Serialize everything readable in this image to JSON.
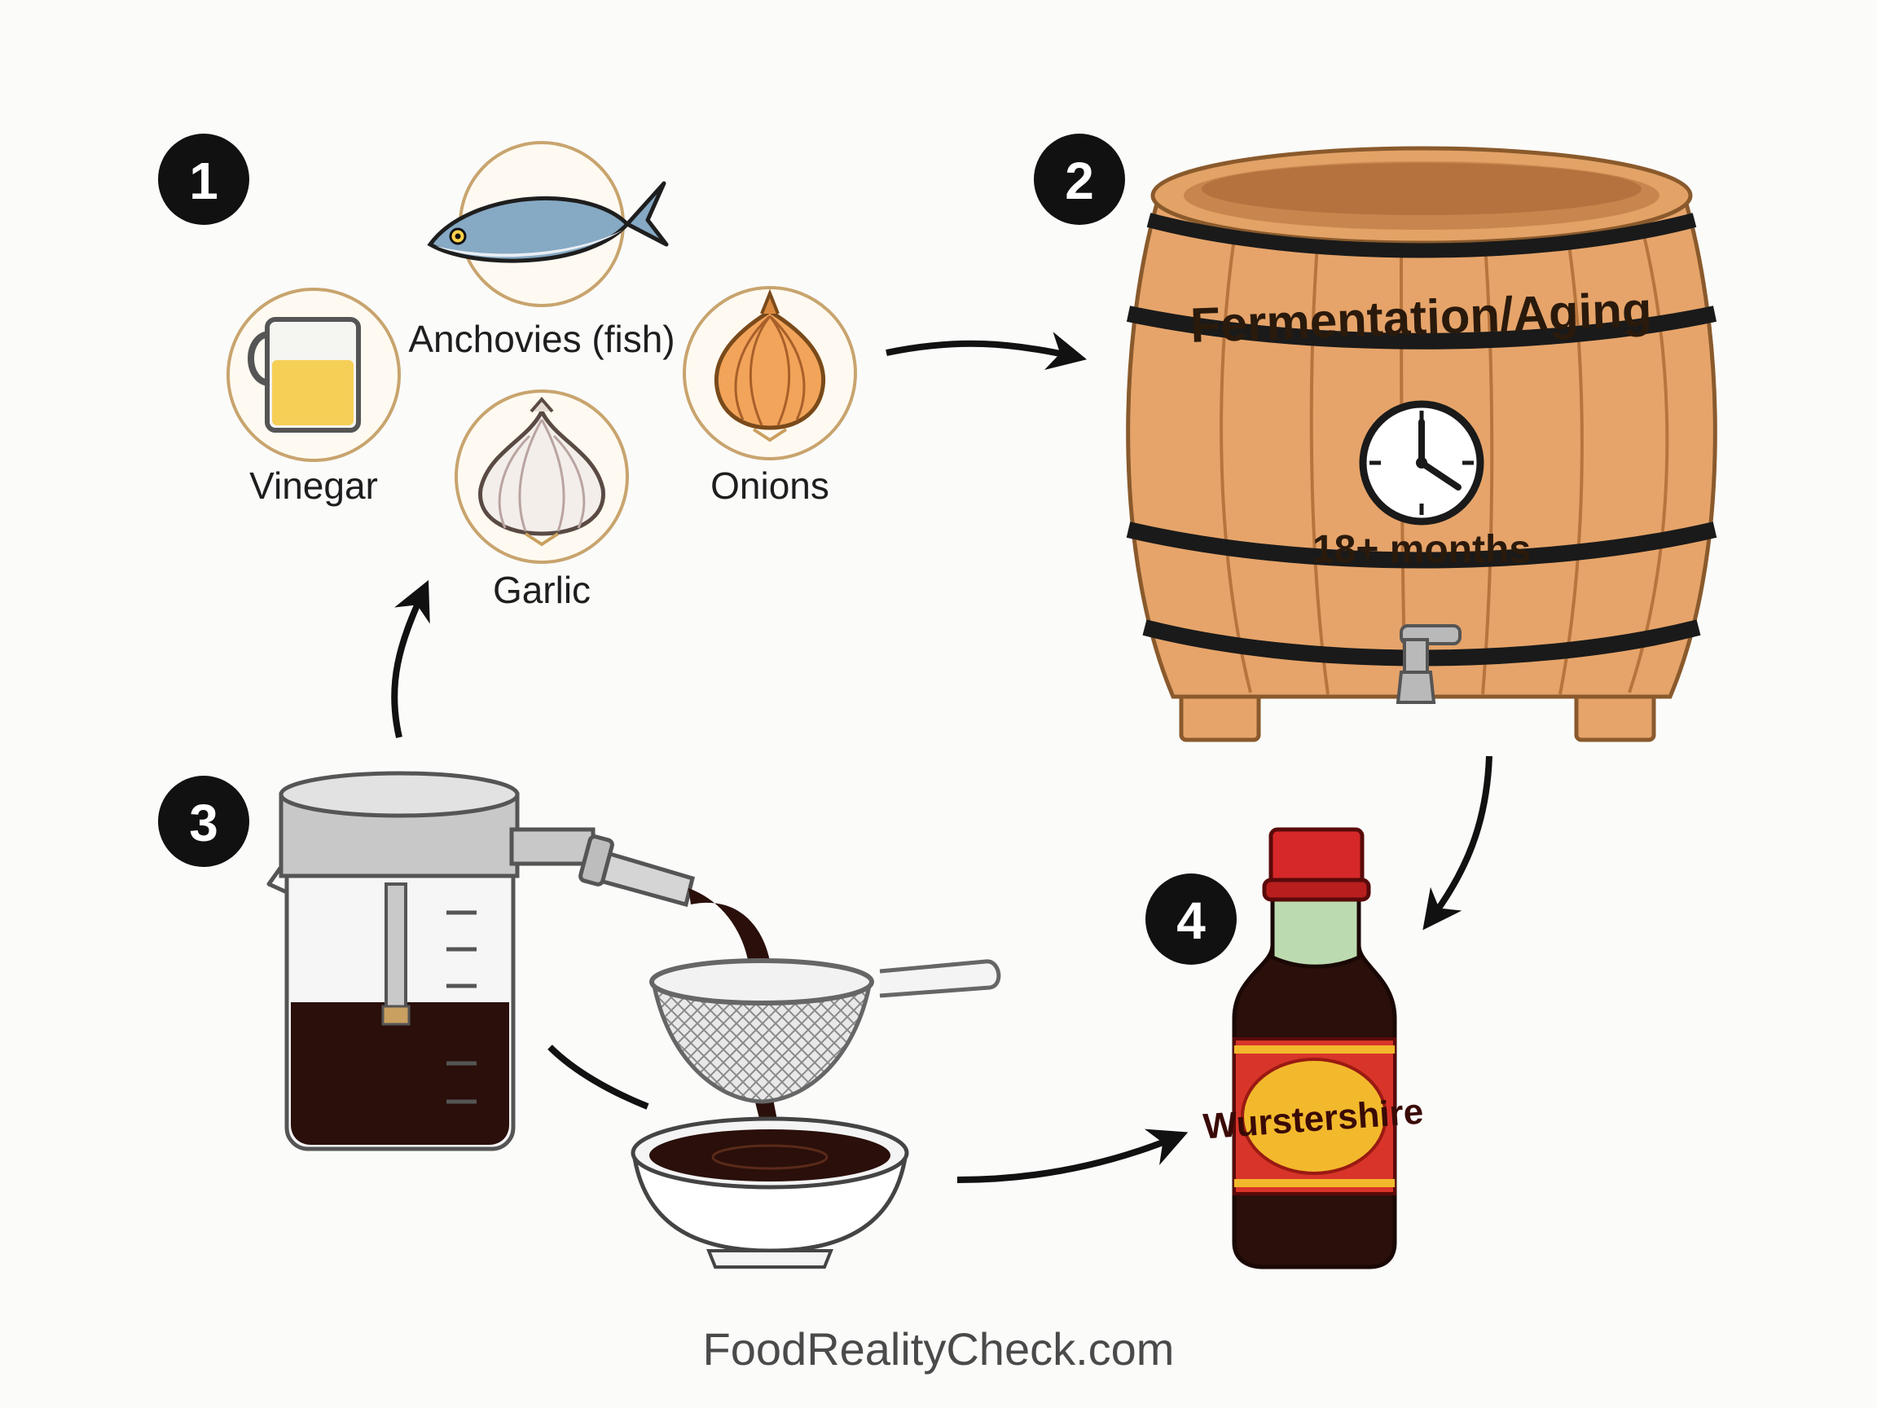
{
  "steps": [
    {
      "number": "1",
      "ingredients": [
        "Anchovies (fish)",
        "Vinegar",
        "Onions",
        "Garlic"
      ]
    },
    {
      "number": "2",
      "title": "Fermentation/Aging",
      "duration": "18+ months"
    },
    {
      "number": "3"
    },
    {
      "number": "4",
      "product_label": "Wurstershire"
    }
  ],
  "footer": "FoodRealityCheck.com",
  "icons": [
    "fish-icon",
    "mug-icon",
    "onion-icon",
    "garlic-icon",
    "barrel-icon",
    "clock-icon",
    "tap-icon",
    "press-icon",
    "strainer-icon",
    "bowl-icon",
    "bottle-icon"
  ],
  "colors": {
    "badge": "#111111",
    "barrel": "#e6a46a",
    "hoops": "#1a1a1a",
    "sauce": "#2a0f0a",
    "label_red": "#d8342a",
    "label_yellow": "#f3b92c",
    "cap": "#d62828"
  }
}
